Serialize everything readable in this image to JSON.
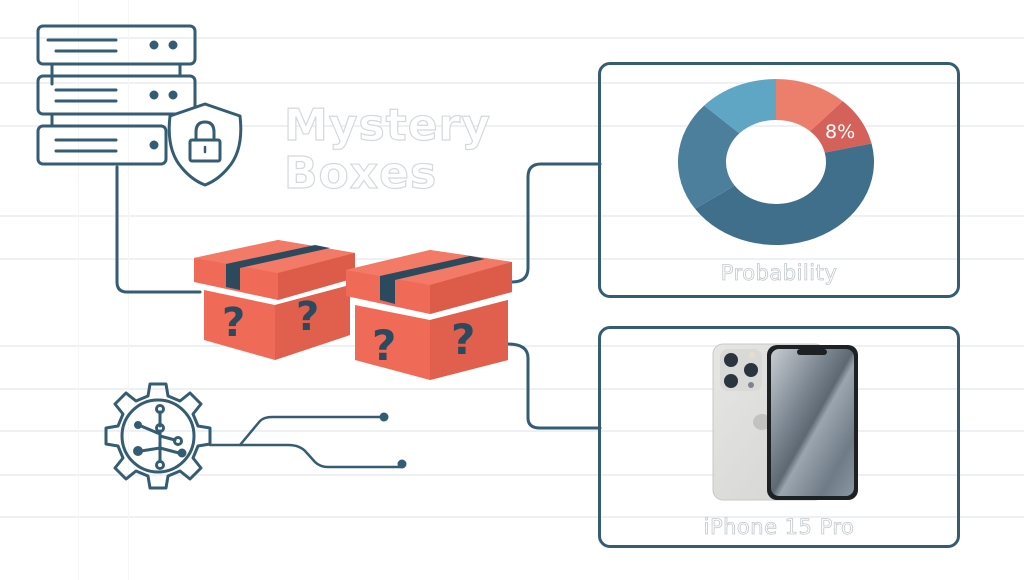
{
  "title": {
    "line1": "Mystery",
    "line2": "Boxes"
  },
  "cards": {
    "probability": {
      "label": "Probability",
      "highlight_value": "8%"
    },
    "prize": {
      "label": "iPhone 15 Pro"
    }
  },
  "icons": {
    "server": "server-rack-icon",
    "shield": "shield-lock-icon",
    "boxes": "mystery-box-icon",
    "gear": "gear-network-icon",
    "phone": "smartphone-image"
  },
  "colors": {
    "stroke": "#345d73",
    "box": "#ef6b58",
    "box_shade": "#d95a48",
    "tape": "#2b4a5e",
    "grid": "#eef1f3"
  },
  "chart_data": {
    "type": "pie",
    "title": "Probability",
    "donut": true,
    "slices": [
      {
        "label": "segment-1",
        "value": 10,
        "color": "#ec7f6c"
      },
      {
        "label": "segment-2",
        "value": 8,
        "color": "#d5625a",
        "data_label": "8%"
      },
      {
        "label": "segment-3",
        "value": 37,
        "color": "#3f6f8a"
      },
      {
        "label": "segment-4",
        "value": 18,
        "color": "#4b7f9b"
      },
      {
        "label": "segment-5",
        "value": 11,
        "color": "#5fa5c4"
      }
    ]
  }
}
